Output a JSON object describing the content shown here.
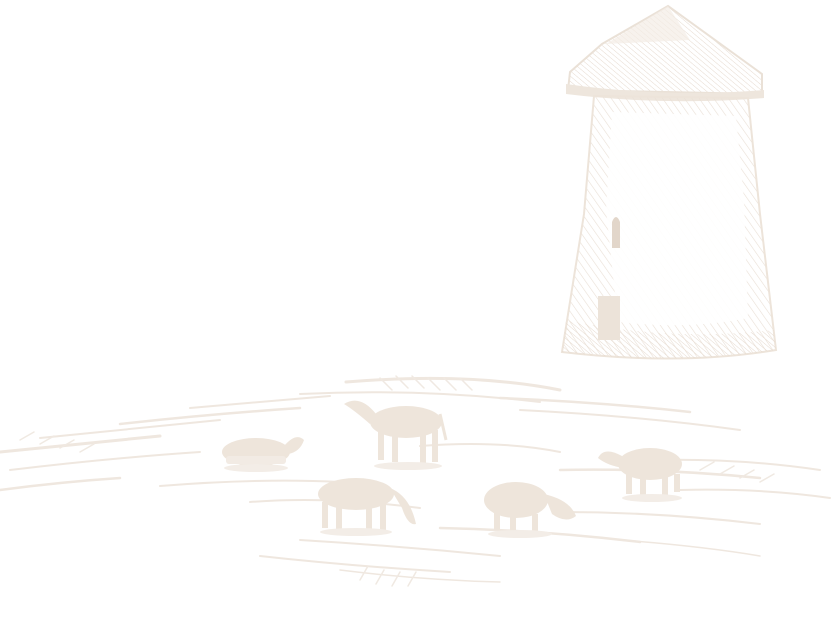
{
  "illustration": {
    "subject": "tower-and-grazing-animals",
    "ink_color": "#efe7df",
    "ink_dark": "#e4d9ce",
    "background": "#ffffff"
  },
  "animals": [
    {
      "name": "sheep-left",
      "facing": "right",
      "pose": "lying"
    },
    {
      "name": "horse-center-top",
      "facing": "left",
      "pose": "standing"
    },
    {
      "name": "horse-center-bottom",
      "facing": "right",
      "pose": "grazing"
    },
    {
      "name": "sheep-right-low",
      "facing": "right",
      "pose": "grazing"
    },
    {
      "name": "sheep-right-high",
      "facing": "left",
      "pose": "standing"
    }
  ]
}
